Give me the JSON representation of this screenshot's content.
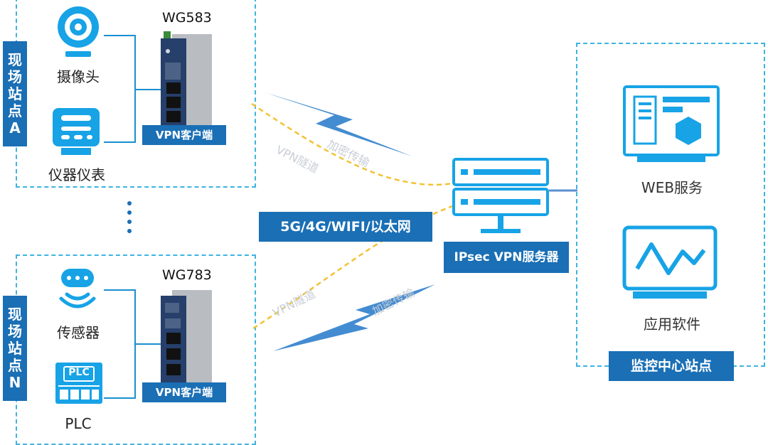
{
  "site_a": {
    "tag": "现场站点A",
    "tag_chars": [
      "现",
      "场",
      "站",
      "点",
      "A"
    ],
    "device1_label": "摄像头",
    "device2_label": "仪器仪表",
    "gateway_model": "WG583",
    "vpn_client_label": "VPN客户端"
  },
  "site_n": {
    "tag_chars": [
      "现",
      "场",
      "站",
      "点",
      "N"
    ],
    "device1_label": "传感器",
    "device2_label": "PLC",
    "plc_icon_text": "PLC",
    "gateway_model": "WG783",
    "vpn_client_label": "VPN客户端"
  },
  "network": {
    "wan_label": "5G/4G/WIFI/以太网",
    "tunnel_label_top": "VPN隧道",
    "encrypt_label_top": "加密传输",
    "tunnel_label_bottom": "VPN隧道",
    "encrypt_label_bottom": "加密传输"
  },
  "server": {
    "label": "IPsec VPN服务器"
  },
  "center": {
    "web_label": "WEB服务",
    "app_label": "应用软件",
    "title": "监控中心站点"
  },
  "colors": {
    "primary": "#1a6fb5",
    "icon_blue": "#17a3e6",
    "dashed_border": "#3fb3e0",
    "tunnel_yellow": "#f2c233"
  }
}
